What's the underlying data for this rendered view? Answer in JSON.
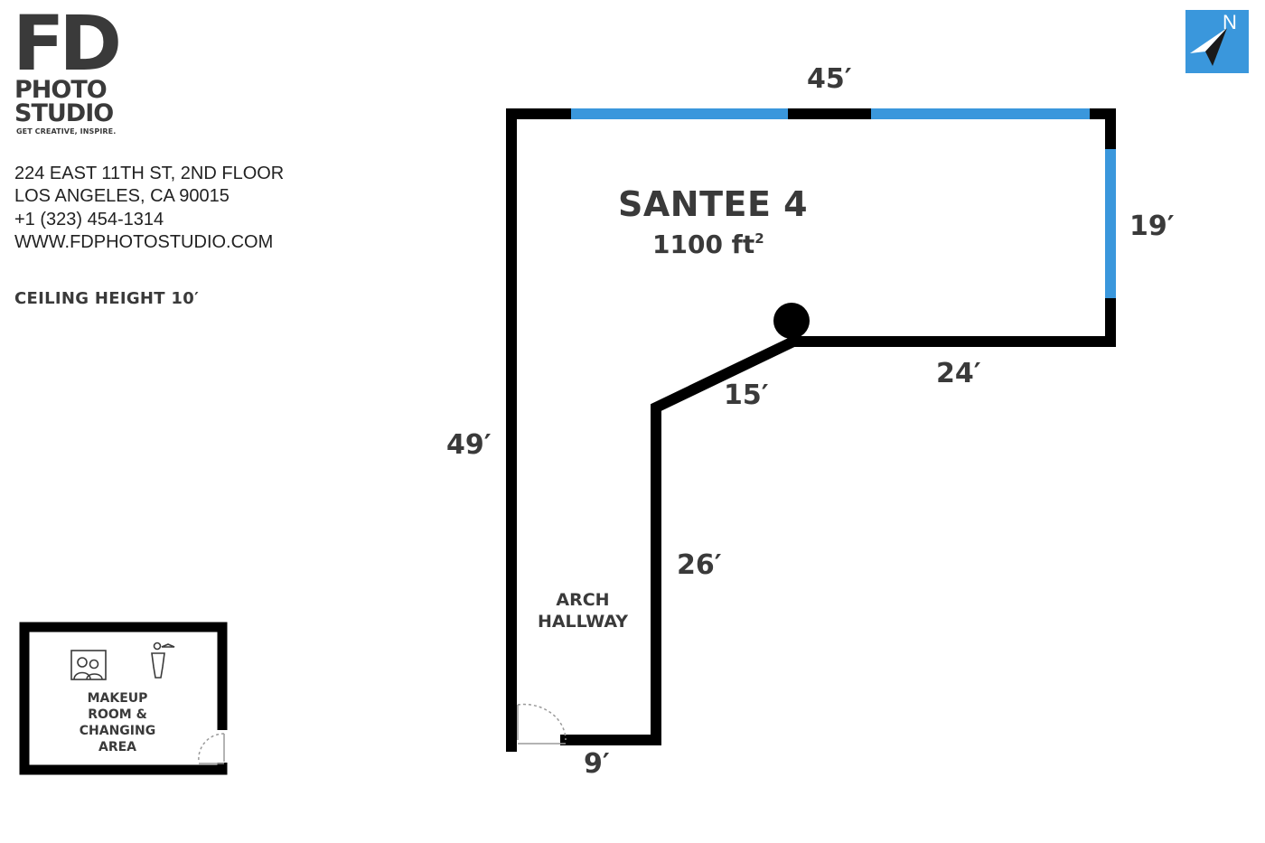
{
  "logo": {
    "fd": "FD",
    "photo": "PHOTO",
    "studio": "STUDIO",
    "tagline": "GET CREATIVE, INSPIRE."
  },
  "address": {
    "line1": "224 EAST 11TH ST, 2ND FLOOR",
    "line2": "LOS ANGELES, CA 90015",
    "phone": "+1 (323) 454-1314",
    "website": "WWW.FDPHOTOSTUDIO.COM"
  },
  "ceiling": "CEILING HEIGHT 10′",
  "room": {
    "name": "SANTEE 4",
    "area": "1100 ft",
    "area_unit_sup": "2"
  },
  "dimensions": {
    "top": "45′",
    "right": "19′",
    "inner_right": "24′",
    "diagonal": "15′",
    "left": "49′",
    "inner_left": "26′",
    "bottom": "9′"
  },
  "hallway": {
    "line1": "ARCH",
    "line2": "HALLWAY"
  },
  "makeup": {
    "line1": "MAKEUP",
    "line2": "ROOM &",
    "line3": "CHANGING",
    "line4": "AREA"
  },
  "compass": {
    "label": "N",
    "icon": "north-arrow-icon"
  },
  "colors": {
    "wall": "#000000",
    "window": "#3a97dc",
    "text": "#3a3a3a",
    "compass_bg": "#3a97dc"
  }
}
